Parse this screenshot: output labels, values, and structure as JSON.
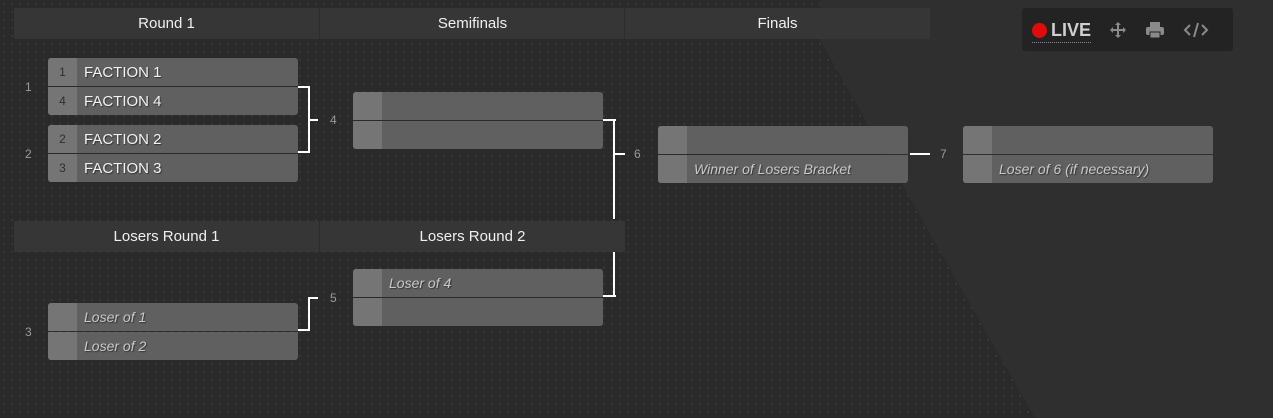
{
  "headers": {
    "round1": "Round 1",
    "semifinals": "Semifinals",
    "finals": "Finals",
    "losers_round1": "Losers Round 1",
    "losers_round2": "Losers Round 2"
  },
  "toolbar": {
    "live_label": "LIVE",
    "icons": [
      "live-dot-icon",
      "move-icon",
      "print-icon",
      "embed-code-icon"
    ],
    "live_color": "#e00c0c"
  },
  "matches": {
    "m1": {
      "number": "1",
      "top": {
        "seed": "1",
        "name": "FACTION 1"
      },
      "bottom": {
        "seed": "4",
        "name": "FACTION 4"
      }
    },
    "m2": {
      "number": "2",
      "top": {
        "seed": "2",
        "name": "FACTION 2"
      },
      "bottom": {
        "seed": "3",
        "name": "FACTION 3"
      }
    },
    "m4": {
      "number": "4",
      "top": {
        "seed": "",
        "name": ""
      },
      "bottom": {
        "seed": "",
        "name": ""
      }
    },
    "m6": {
      "number": "6",
      "top": {
        "seed": "",
        "name": ""
      },
      "bottom": {
        "seed": "",
        "name": "Winner of Losers Bracket"
      }
    },
    "m7": {
      "number": "7",
      "top": {
        "seed": "",
        "name": ""
      },
      "bottom": {
        "seed": "",
        "name": "Loser of 6 (if necessary)"
      }
    },
    "m3": {
      "number": "3",
      "top": {
        "seed": "",
        "name": "Loser of 1"
      },
      "bottom": {
        "seed": "",
        "name": "Loser of 2"
      }
    },
    "m5": {
      "number": "5",
      "top": {
        "seed": "",
        "name": "Loser of 4"
      },
      "bottom": {
        "seed": "",
        "name": ""
      }
    }
  }
}
